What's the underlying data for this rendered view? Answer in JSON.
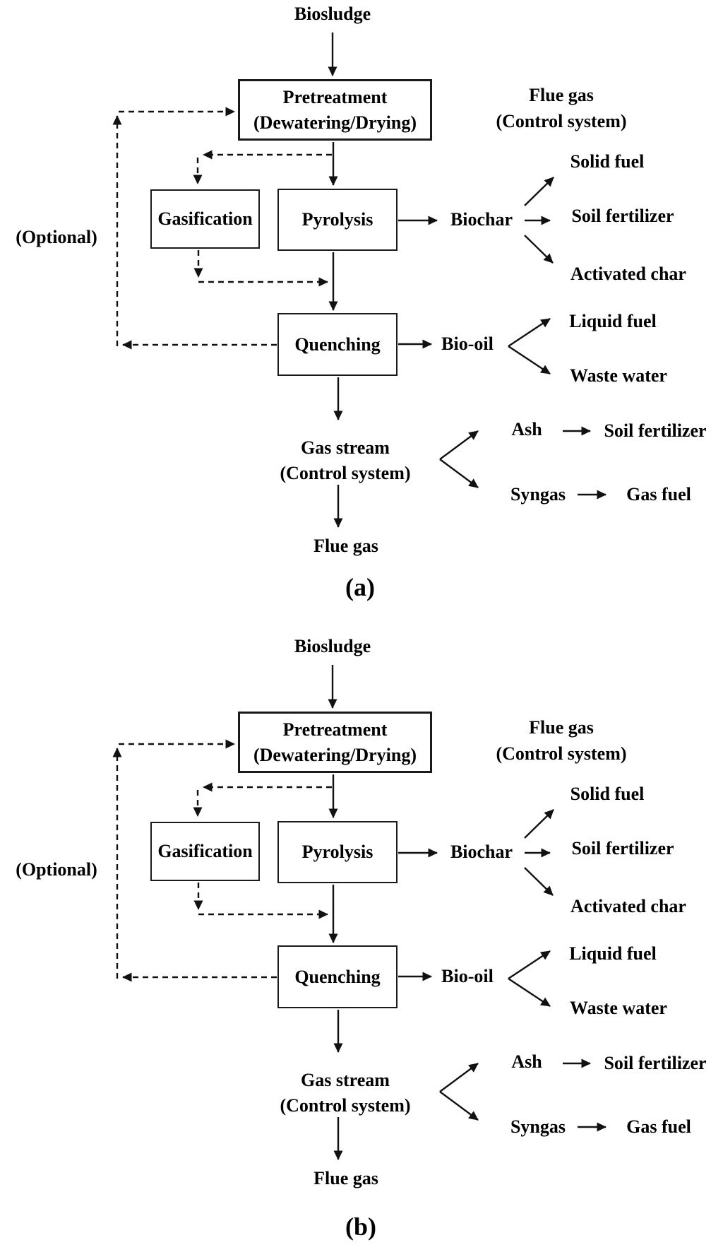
{
  "colors": {
    "line": "#111111",
    "background": "#ffffff",
    "text": "#000000"
  },
  "diagram_a": {
    "caption": "(a)",
    "nodes": {
      "biosludge": "Biosludge",
      "pretreatment_line1": "Pretreatment",
      "pretreatment_line2": "(Dewatering/Drying)",
      "flue_gas_top_line1": "Flue gas",
      "flue_gas_top_line2": "(Control system)",
      "optional": "(Optional)",
      "gasification": "Gasification",
      "pyrolysis": "Pyrolysis",
      "biochar": "Biochar",
      "solid_fuel": "Solid fuel",
      "soil_fertilizer": "Soil fertilizer",
      "activated_char": "Activated char",
      "quenching": "Quenching",
      "bio_oil": "Bio-oil",
      "liquid_fuel": "Liquid fuel",
      "waste_water": "Waste water",
      "gas_stream_line1": "Gas stream",
      "gas_stream_line2": "(Control system)",
      "ash": "Ash",
      "ash_product": "Soil fertilizer",
      "syngas": "Syngas",
      "syngas_product": "Gas fuel",
      "flue_gas_bottom": "Flue gas"
    }
  },
  "diagram_b": {
    "caption": "(b)",
    "nodes": {
      "biosludge": "Biosludge",
      "pretreatment_line1": "Pretreatment",
      "pretreatment_line2": "(Dewatering/Drying)",
      "flue_gas_top_line1": "Flue gas",
      "flue_gas_top_line2": "(Control system)",
      "optional": "(Optional)",
      "gasification": "Gasification",
      "pyrolysis": "Pyrolysis",
      "biochar": "Biochar",
      "solid_fuel": "Solid fuel",
      "soil_fertilizer": "Soil fertilizer",
      "activated_char": "Activated char",
      "quenching": "Quenching",
      "bio_oil": "Bio-oil",
      "liquid_fuel": "Liquid fuel",
      "waste_water": "Waste water",
      "gas_stream_line1": "Gas stream",
      "gas_stream_line2": "(Control system)",
      "ash": "Ash",
      "ash_product": "Soil fertilizer",
      "syngas": "Syngas",
      "syngas_product": "Gas fuel",
      "flue_gas_bottom": "Flue gas"
    }
  }
}
